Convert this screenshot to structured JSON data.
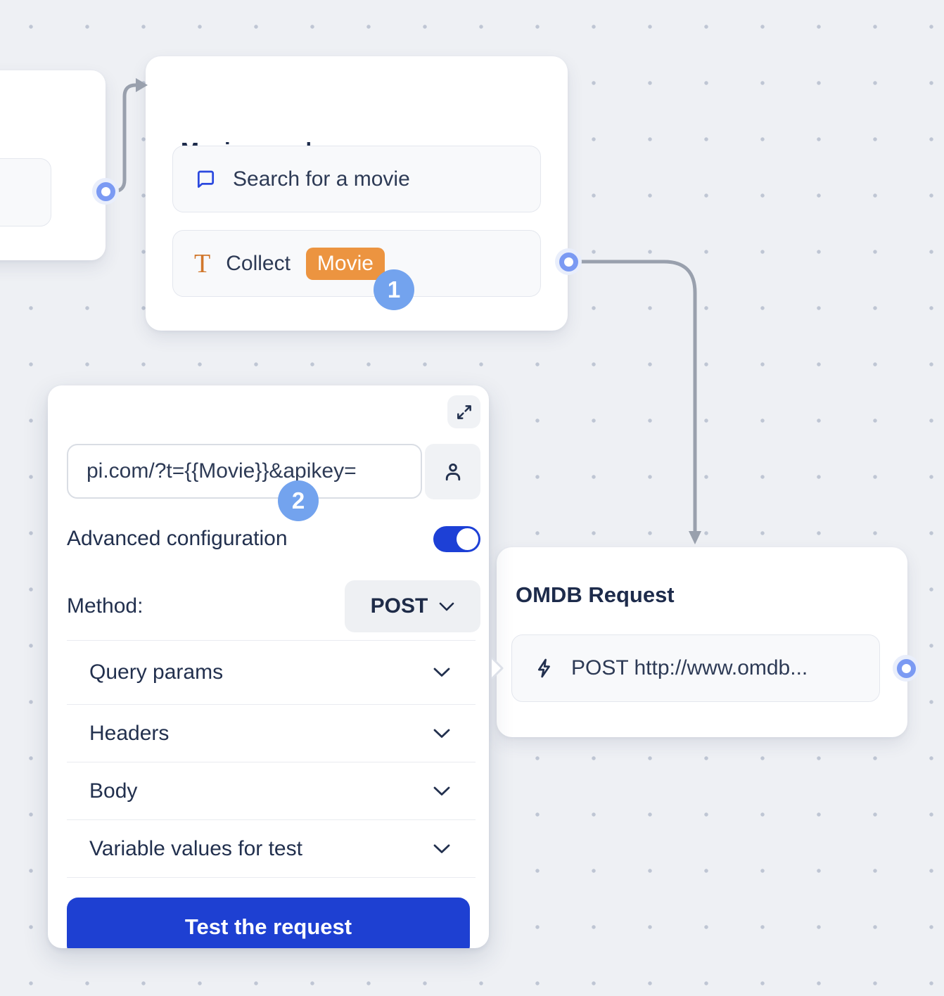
{
  "colors": {
    "primary_blue": "#1e40d2",
    "accent_orange": "#ec9440",
    "step_badge_blue": "#73a3ee",
    "port_blue": "#7b9af3",
    "connector_gray": "#99a0ad",
    "canvas_background": "#eef0f4"
  },
  "nodes": {
    "movie_search": {
      "title": "Movie search",
      "items": [
        {
          "icon": "chat-bubble-icon",
          "label": "Search for a movie"
        },
        {
          "icon": "text-collect-icon",
          "label": "Collect",
          "variable": "Movie"
        }
      ]
    },
    "omdb_request": {
      "title": "OMDB Request",
      "items": [
        {
          "icon": "lightning-icon",
          "label": "POST http://www.omdb..."
        }
      ]
    }
  },
  "webhook_panel": {
    "url_input": {
      "value": "pi.com/?t={{Movie}}&apikey="
    },
    "advanced_configuration": {
      "label": "Advanced configuration",
      "enabled": true
    },
    "method": {
      "label": "Method:",
      "value": "POST"
    },
    "sections": [
      {
        "label": "Query params"
      },
      {
        "label": "Headers"
      },
      {
        "label": "Body"
      },
      {
        "label": "Variable values for test"
      }
    ],
    "test_button": {
      "label": "Test the request"
    }
  },
  "annotations": {
    "step_1": "1",
    "step_2": "2"
  }
}
